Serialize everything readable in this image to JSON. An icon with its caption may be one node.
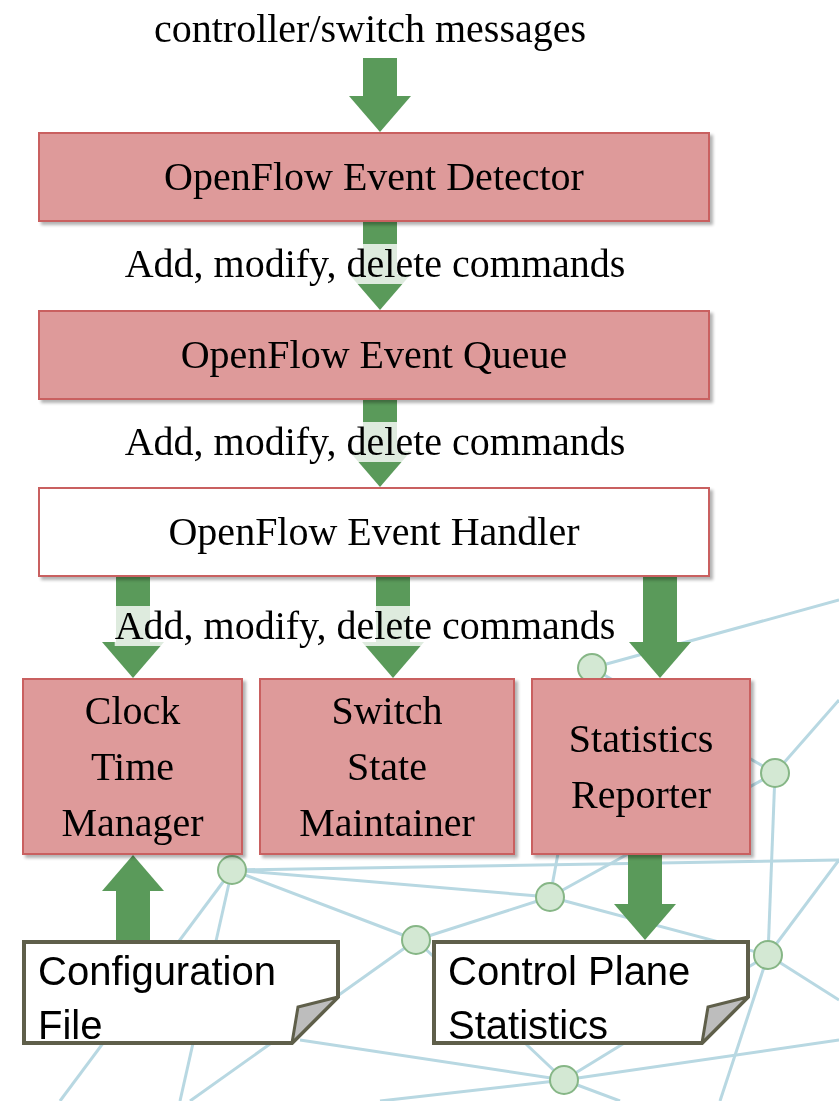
{
  "diagram": {
    "nodes": [
      {
        "text": [
          "controller/switch messages"
        ]
      },
      {
        "text": [
          "OpenFlow Event Detector"
        ]
      },
      {
        "text": [
          "OpenFlow Event Queue"
        ]
      },
      {
        "text": [
          "OpenFlow Event Handler"
        ]
      },
      {
        "text": [
          "Clock Time Manager"
        ]
      },
      {
        "text": [
          "Switch State Maintainer"
        ]
      },
      {
        "text": [
          "Statistics Reporter"
        ]
      },
      {
        "text": [
          "Configuration File"
        ]
      },
      {
        "text": [
          "Control Plane Statistics"
        ]
      }
    ],
    "edges": [
      {
        "from": 0,
        "to": 1,
        "arrow": "to"
      },
      {
        "from": 1,
        "to": 2,
        "arrow": "to",
        "label": "Add, modify, delete commands"
      },
      {
        "from": 2,
        "to": 3,
        "arrow": "to",
        "label": "Add, modify, delete commands"
      },
      {
        "from": 3,
        "to": 4,
        "arrow": "to"
      },
      {
        "from": 3,
        "to": 5,
        "arrow": "to",
        "label": "Add, modify, delete commands"
      },
      {
        "from": 3,
        "to": 6,
        "arrow": "to"
      },
      {
        "from": 7,
        "to": 4,
        "arrow": "to"
      },
      {
        "from": 6,
        "to": 8,
        "arrow": "to"
      }
    ]
  }
}
